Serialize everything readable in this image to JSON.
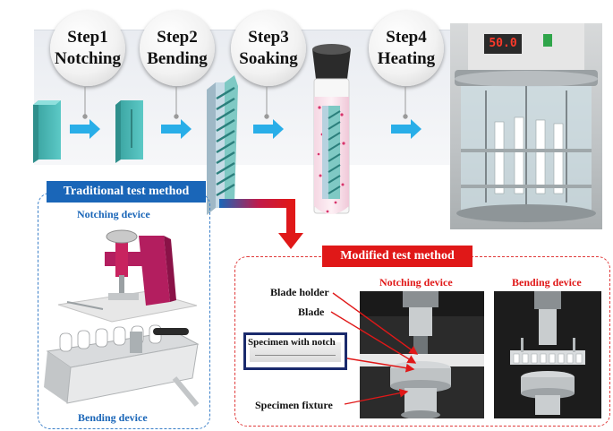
{
  "steps": [
    {
      "line1": "Step1",
      "line2": "Notching"
    },
    {
      "line1": "Step2",
      "line2": "Bending"
    },
    {
      "line1": "Step3",
      "line2": "Soaking"
    },
    {
      "line1": "Step4",
      "line2": "Heating"
    }
  ],
  "traditional": {
    "title": "Traditional test method",
    "notching_device": "Notching device",
    "bending_device": "Bending device"
  },
  "modified": {
    "title": "Modified test method",
    "notching_device": "Notching device",
    "bending_device": "Bending device",
    "blade_holder": "Blade holder",
    "blade": "Blade",
    "specimen_with_notch": "Specimen with notch",
    "specimen_fixture": "Specimen fixture"
  },
  "bath_display": "50.0",
  "colors": {
    "specimen": "#48b9b6",
    "arrow": "#29aee8",
    "traditional_blue": "#1a66b8",
    "modified_red": "#e01818",
    "dashed_blue": "#3a7fc8",
    "dashed_red": "#e03a3a"
  }
}
